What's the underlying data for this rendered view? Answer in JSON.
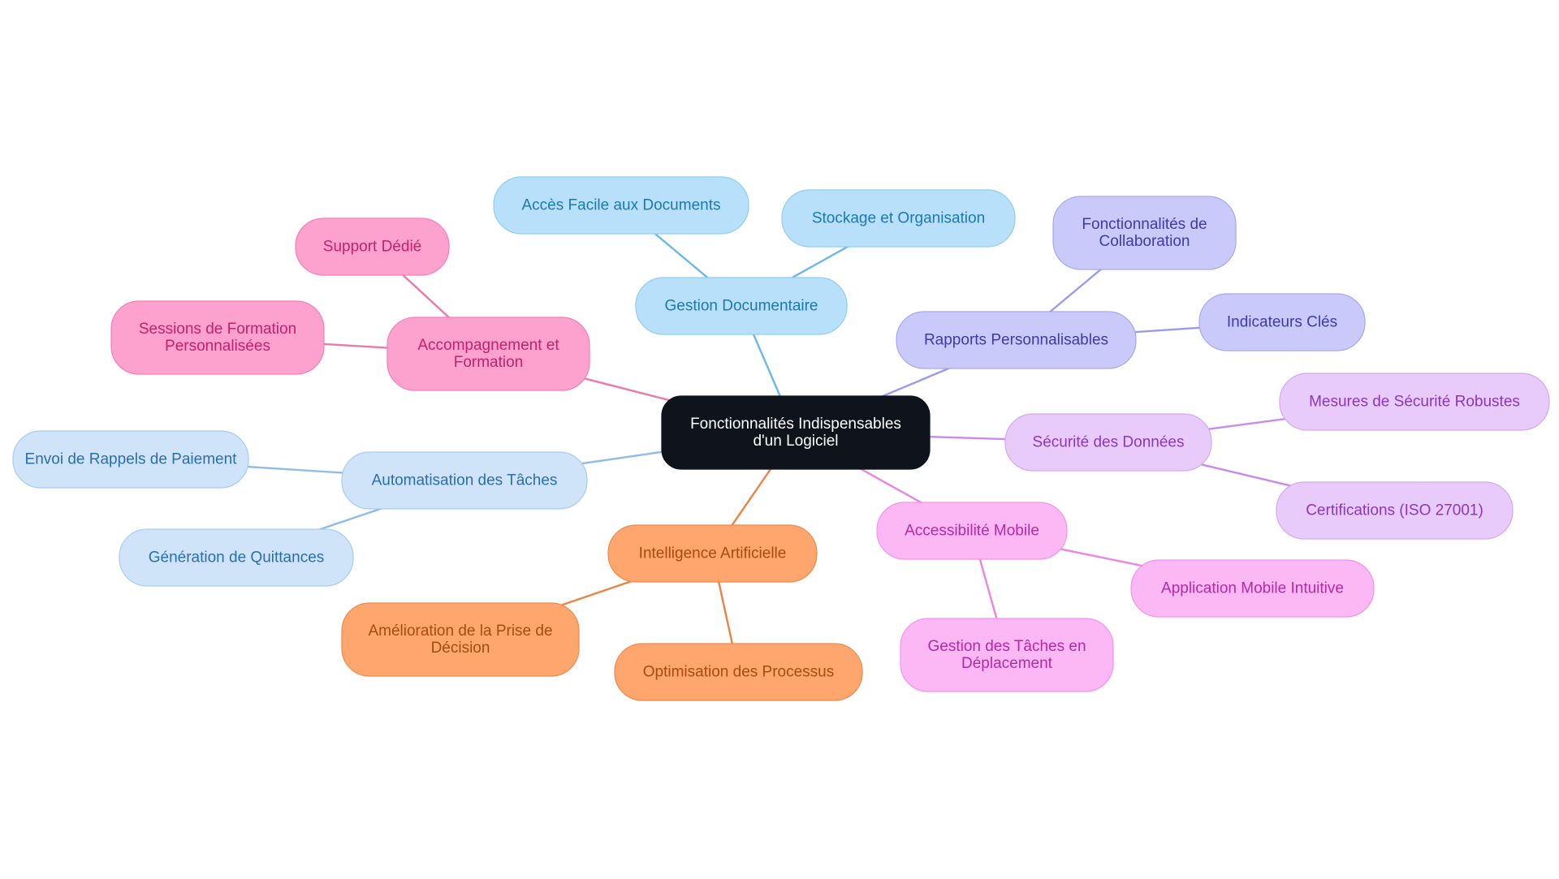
{
  "root": {
    "label": [
      "Fonctionnalités Indispensables",
      "d'un Logiciel"
    ],
    "fill": "#0f141c",
    "text_color": "#ffffff"
  },
  "branches": [
    {
      "id": "gestion-documentaire",
      "label": [
        "Gestion Documentaire"
      ],
      "colors": {
        "fill": "#b9e0fb",
        "stroke": "#8fcdf5",
        "text": "#1a79b5",
        "line": "#6bb7ec"
      },
      "children": [
        {
          "id": "acces-facile",
          "label": [
            "Accès Facile aux Documents"
          ]
        },
        {
          "id": "stockage",
          "label": [
            "Stockage et Organisation"
          ]
        }
      ]
    },
    {
      "id": "rapports-personnalisables",
      "label": [
        "Rapports Personnalisables"
      ],
      "colors": {
        "fill": "#c9c9fa",
        "stroke": "#a8a8f2",
        "text": "#3b3cae",
        "line": "#9a9bea"
      },
      "children": [
        {
          "id": "collaboration",
          "label": [
            "Fonctionnalités de",
            "Collaboration"
          ]
        },
        {
          "id": "indicateurs",
          "label": [
            "Indicateurs Clés"
          ]
        }
      ]
    },
    {
      "id": "securite-donnees",
      "label": [
        "Sécurité des Données"
      ],
      "colors": {
        "fill": "#e8cbfa",
        "stroke": "#d3a9f3",
        "text": "#8b36c1",
        "line": "#c68bf0"
      },
      "children": [
        {
          "id": "mesures-securite",
          "label": [
            "Mesures de Sécurité Robustes"
          ]
        },
        {
          "id": "certifications",
          "label": [
            "Certifications (ISO 27001)"
          ]
        }
      ]
    },
    {
      "id": "accessibilite-mobile",
      "label": [
        "Accessibilité Mobile"
      ],
      "colors": {
        "fill": "#fbb8f5",
        "stroke": "#f293ea",
        "text": "#b52aa3",
        "line": "#ec84e2"
      },
      "children": [
        {
          "id": "application-mobile",
          "label": [
            "Application Mobile Intuitive"
          ]
        },
        {
          "id": "gestion-taches",
          "label": [
            "Gestion des Tâches en",
            "Déplacement"
          ]
        }
      ]
    },
    {
      "id": "intelligence-artificielle",
      "label": [
        "Intelligence Artificielle"
      ],
      "colors": {
        "fill": "#fea66e",
        "stroke": "#f08a4c",
        "text": "#a84b10",
        "line": "#ea8444"
      },
      "children": [
        {
          "id": "amelioration",
          "label": [
            "Amélioration de la Prise de",
            "Décision"
          ]
        },
        {
          "id": "optimisation",
          "label": [
            "Optimisation des Processus"
          ]
        }
      ]
    },
    {
      "id": "automatisation-taches",
      "label": [
        "Automatisation des Tâches"
      ],
      "colors": {
        "fill": "#cfe3f9",
        "stroke": "#a9ccf0",
        "text": "#2a6eb0",
        "line": "#90bde6"
      },
      "children": [
        {
          "id": "rappels-paiement",
          "label": [
            "Envoi de Rappels de Paiement"
          ]
        },
        {
          "id": "quittances",
          "label": [
            "Génération de Quittances"
          ]
        }
      ]
    },
    {
      "id": "accompagnement-formation",
      "label": [
        "Accompagnement et",
        "Formation"
      ],
      "colors": {
        "fill": "#fda2cf",
        "stroke": "#f47fb7",
        "text": "#c3206f",
        "line": "#ec79ab"
      },
      "children": [
        {
          "id": "support-dedie",
          "label": [
            "Support Dédié"
          ]
        },
        {
          "id": "sessions-formation",
          "label": [
            "Sessions de Formation",
            "Personnalisées"
          ]
        }
      ]
    }
  ]
}
